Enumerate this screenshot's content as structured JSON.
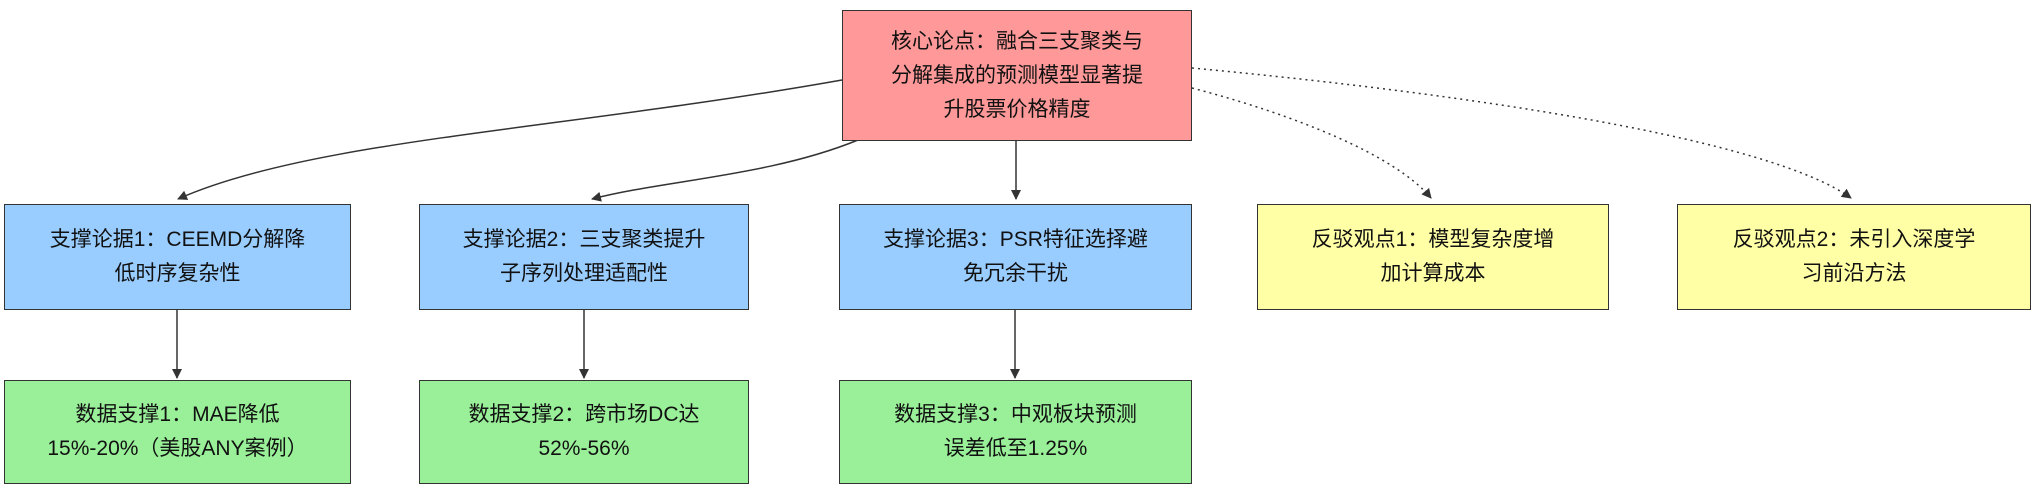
{
  "diagram": {
    "title": "argument-map",
    "core": {
      "label": "核心论点：融合三支聚类与\n分解集成的预测模型显著提\n升股票价格精度"
    },
    "supports": [
      {
        "label": "支撑论据1：CEEMD分解降\n低时序复杂性"
      },
      {
        "label": "支撑论据2：三支聚类提升\n子序列处理适配性"
      },
      {
        "label": "支撑论据3：PSR特征选择避\n免冗余干扰"
      }
    ],
    "rebuttals": [
      {
        "label": "反驳观点1：模型复杂度增\n加计算成本"
      },
      {
        "label": "反驳观点2：未引入深度学\n习前沿方法"
      }
    ],
    "data_supports": [
      {
        "label": "数据支撑1：MAE降低\n15%-20%（美股ANY案例）"
      },
      {
        "label": "数据支撑2：跨市场DC达\n52%-56%"
      },
      {
        "label": "数据支撑3：中观板块预测\n误差低至1.25%"
      }
    ],
    "edges": {
      "core_to_supports_style": "solid",
      "core_to_rebuttals_style": "dotted",
      "supports_to_data_style": "solid"
    },
    "colors": {
      "core_fill": "#ff9999",
      "support_fill": "#99ccff",
      "rebuttal_fill": "#ffffa6",
      "data_fill": "#99f099",
      "border": "#333333",
      "edge": "#333333"
    }
  }
}
